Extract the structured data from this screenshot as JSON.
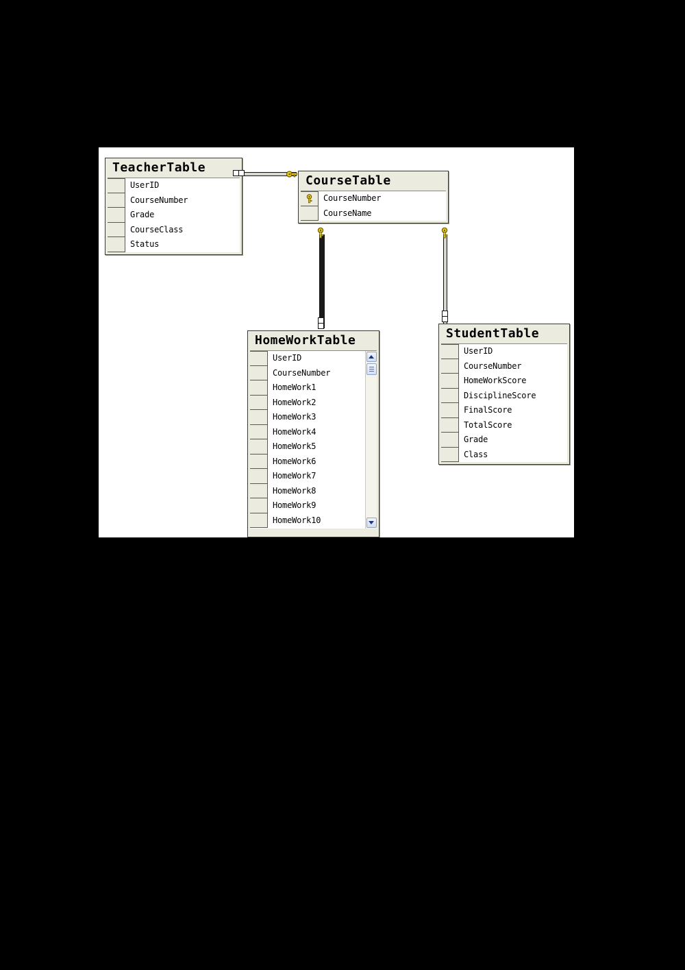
{
  "canvas": {
    "background": "#ffffff",
    "page_background": "#000000"
  },
  "theme": {
    "header_fill": "#ECEBE0",
    "gutter_fill": "#ECEBDF",
    "body_fill": "#ffffff",
    "border": "#3a3a34",
    "key_color": "#F2D31B",
    "scrollbar_accent": "#8ba3d0"
  },
  "entities": {
    "teacher": {
      "title": "TeacherTable",
      "fields": [
        {
          "name": "UserID",
          "key": false
        },
        {
          "name": "CourseNumber",
          "key": false
        },
        {
          "name": "Grade",
          "key": false
        },
        {
          "name": "CourseClass",
          "key": false
        },
        {
          "name": "Status",
          "key": false
        }
      ]
    },
    "course": {
      "title": "CourseTable",
      "fields": [
        {
          "name": "CourseNumber",
          "key": true
        },
        {
          "name": "CourseName",
          "key": false
        }
      ]
    },
    "homework": {
      "title": "HomeWorkTable",
      "scrollable": true,
      "fields": [
        {
          "name": "UserID",
          "key": false
        },
        {
          "name": "CourseNumber",
          "key": false
        },
        {
          "name": "HomeWork1",
          "key": false
        },
        {
          "name": "HomeWork2",
          "key": false
        },
        {
          "name": "HomeWork3",
          "key": false
        },
        {
          "name": "HomeWork4",
          "key": false
        },
        {
          "name": "HomeWork5",
          "key": false
        },
        {
          "name": "HomeWork6",
          "key": false
        },
        {
          "name": "HomeWork7",
          "key": false
        },
        {
          "name": "HomeWork8",
          "key": false
        },
        {
          "name": "HomeWork9",
          "key": false
        },
        {
          "name": "HomeWork10",
          "key": false
        }
      ]
    },
    "student": {
      "title": "StudentTable",
      "fields": [
        {
          "name": "UserID",
          "key": false
        },
        {
          "name": "CourseNumber",
          "key": false
        },
        {
          "name": "HomeWorkScore",
          "key": false
        },
        {
          "name": "DisciplineScore",
          "key": false
        },
        {
          "name": "FinalScore",
          "key": false
        },
        {
          "name": "TotalScore",
          "key": false
        },
        {
          "name": "Grade",
          "key": false
        },
        {
          "name": "Class",
          "key": false
        }
      ]
    }
  },
  "relationships": [
    {
      "id": "teacher-course",
      "from": "TeacherTable",
      "to": "CourseTable",
      "from_cardinality": "many",
      "to_cardinality": "one",
      "orientation": "horizontal"
    },
    {
      "id": "course-homework",
      "from": "CourseTable",
      "to": "HomeWorkTable",
      "from_cardinality": "one",
      "to_cardinality": "many",
      "orientation": "vertical"
    },
    {
      "id": "course-student",
      "from": "CourseTable",
      "to": "StudentTable",
      "from_cardinality": "one",
      "to_cardinality": "many",
      "orientation": "vertical"
    }
  ],
  "scrollbar": {
    "up_arrow": "scroll-up",
    "down_arrow": "scroll-down",
    "thumb": "scroll-thumb"
  }
}
